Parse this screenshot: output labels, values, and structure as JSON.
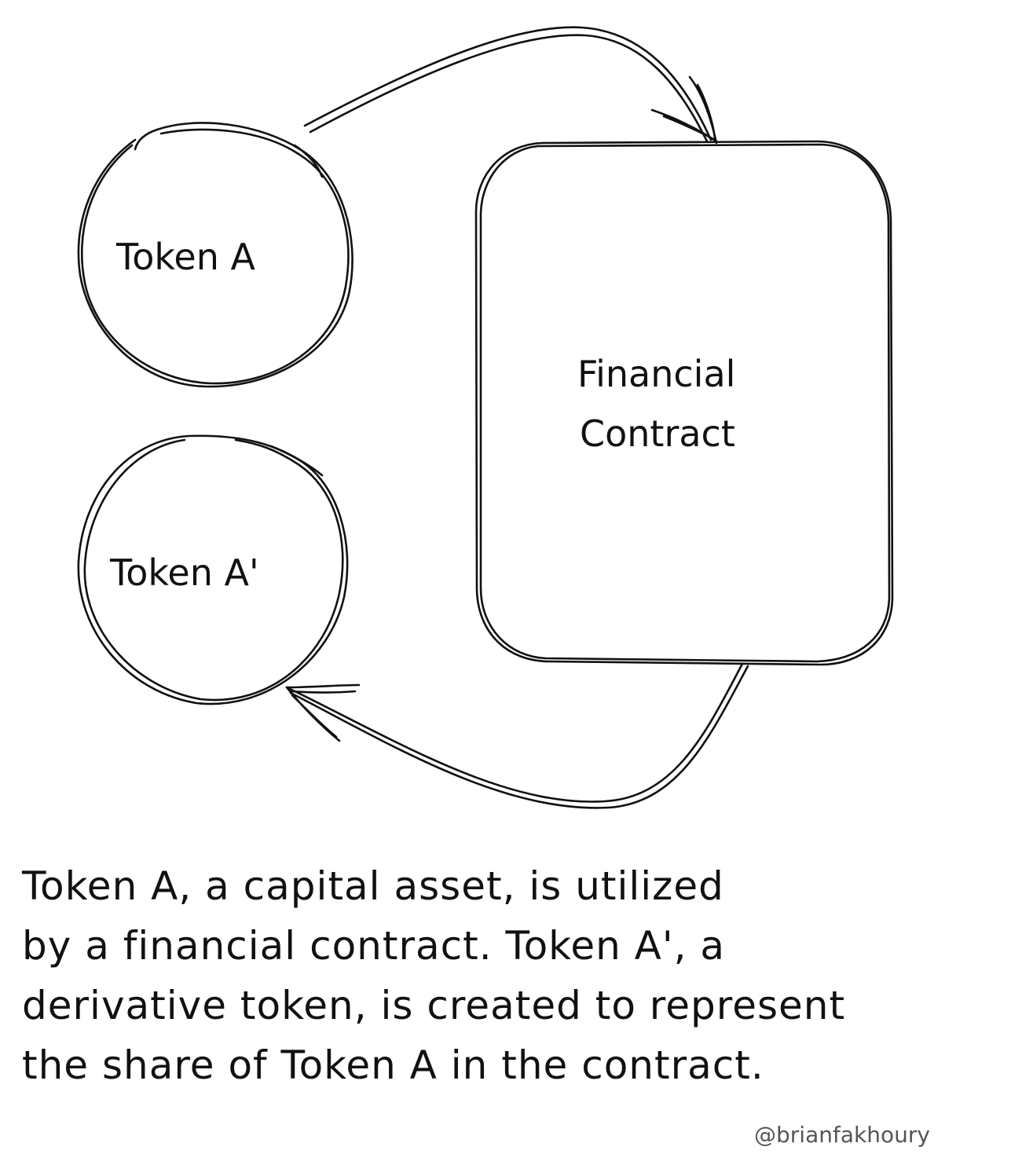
{
  "diagram": {
    "nodes": {
      "token_a": {
        "label": "Token A"
      },
      "token_a_prime": {
        "label": "Token A'"
      },
      "contract": {
        "label_line1": "Financial",
        "label_line2": "Contract"
      }
    },
    "edges": [
      {
        "from": "Token A",
        "to": "Financial Contract"
      },
      {
        "from": "Financial Contract",
        "to": "Token A'"
      }
    ]
  },
  "caption": {
    "lines": [
      "Token A, a capital asset, is utilized",
      "by a financial contract. Token A', a",
      "derivative token, is created to represent",
      "the share of Token A in the contract."
    ]
  },
  "credit": "@brianfakhoury",
  "colors": {
    "ink": "#111111",
    "credit": "#555555",
    "background": "#ffffff"
  }
}
